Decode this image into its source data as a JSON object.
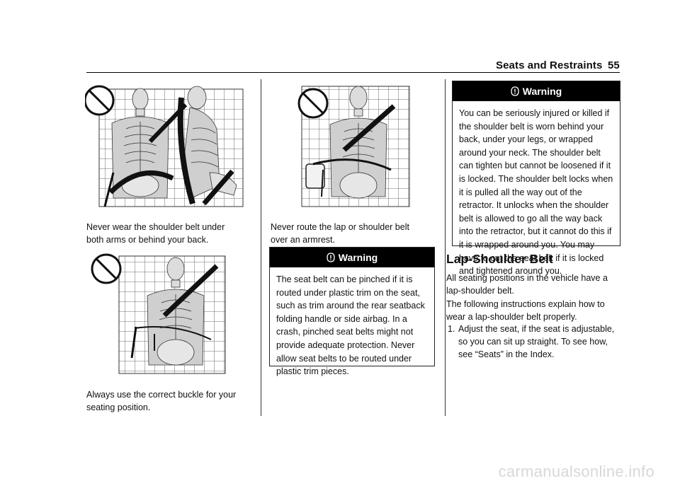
{
  "header": {
    "section_title": "Seats and Restraints",
    "page_number": "55"
  },
  "left_column": {
    "caption_1": "Never wear the shoulder belt under both arms or behind your back.",
    "caption_2": "Always use the correct buckle for your seating position."
  },
  "middle_column": {
    "caption": "Never route the lap or shoulder belt over an armrest.",
    "warning": {
      "title": "Warning",
      "body": "The seat belt can be pinched if it is routed under plastic trim on the seat, such as trim around the rear seatback folding handle or side airbag. In a crash, pinched seat belts might not provide adequate protection. Never allow seat belts to be routed under plastic trim pieces."
    }
  },
  "right_column": {
    "warning": {
      "title": "Warning",
      "body": "You can be seriously injured or killed if the shoulder belt is worn behind your back, under your legs, or wrapped around your neck. The shoulder belt can tighten but cannot be loosened if it is locked. The shoulder belt locks when it is pulled all the way out of the retractor. It unlocks when the shoulder belt is allowed to go all the way back into the retractor, but it cannot do this if it is wrapped around you. You may have to cut the seat belt if it is locked and tightened around you."
    },
    "section_heading": "Lap-Shoulder Belt",
    "para_1": "All seating positions in the vehicle have a lap-shoulder belt.",
    "para_2": "The following instructions explain how to wear a lap-shoulder belt properly.",
    "list": [
      {
        "number": "1.",
        "text": "Adjust the seat, if the seat is adjustable, so you can sit up straight. To see how, see “Seats” in the Index."
      }
    ]
  },
  "watermark": "carmanualsonline.info"
}
